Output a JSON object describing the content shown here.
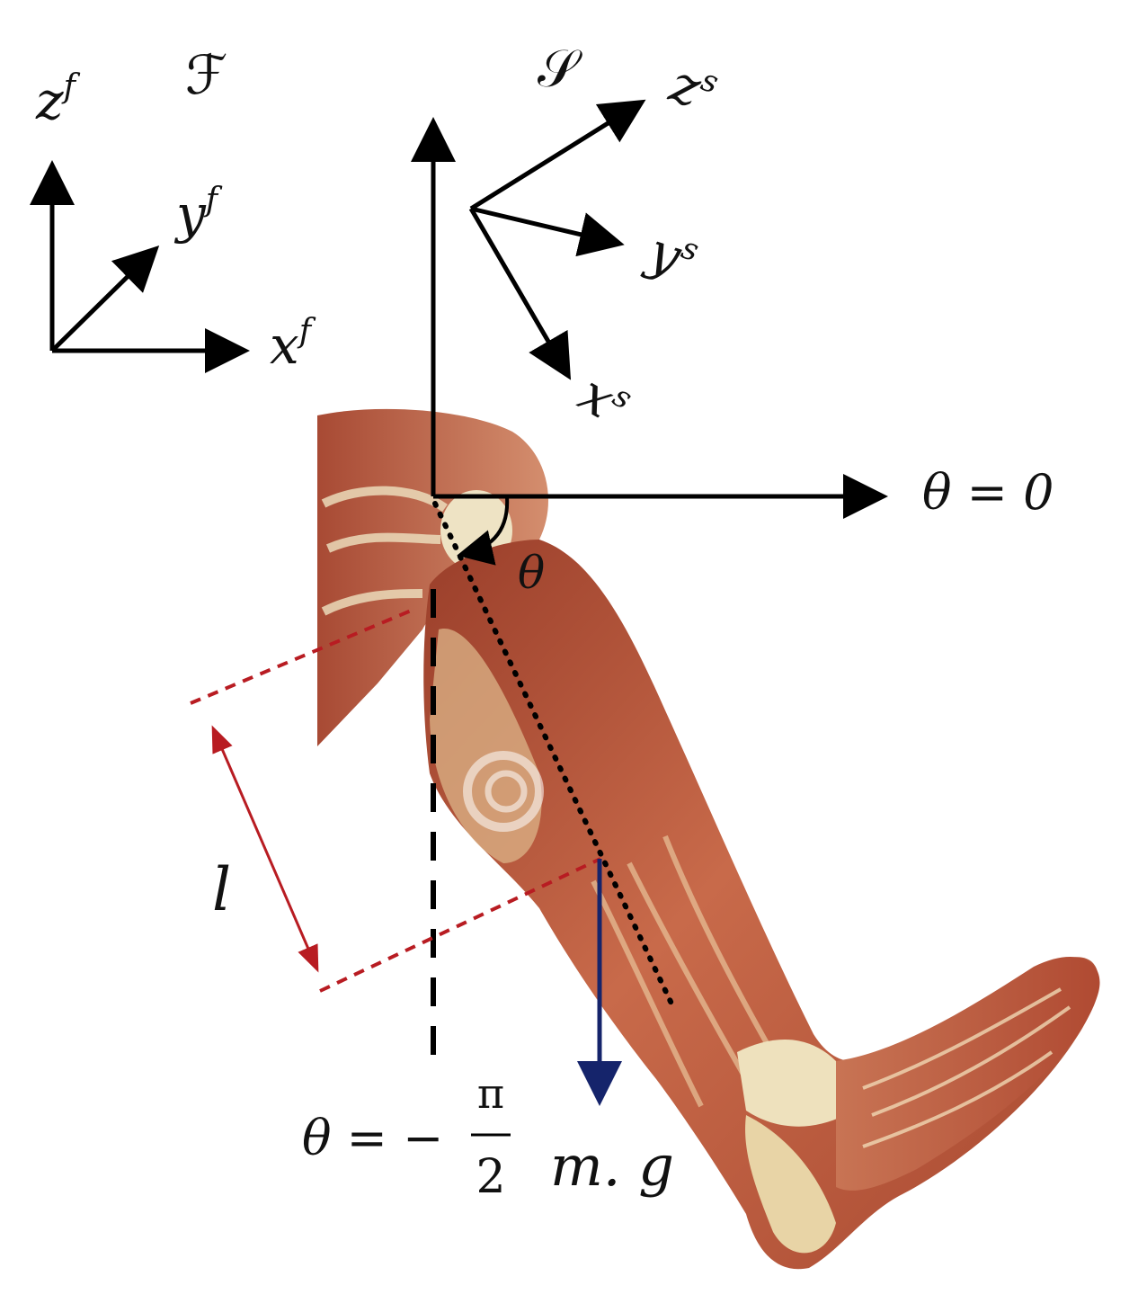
{
  "frame_fixed": {
    "label": "ℱ",
    "z_axis": "z",
    "z_sup": "f",
    "y_axis": "y",
    "y_sup": "f",
    "x_axis": "x",
    "x_sup": "f"
  },
  "frame_segment": {
    "label": "𝒮",
    "z_axis": "z",
    "z_sup": "s",
    "y_axis": "y",
    "y_sup": "s",
    "x_axis": "x",
    "x_sup": "s"
  },
  "angle": {
    "theta": "θ",
    "zero_label": "θ = 0",
    "minus_half_pi_prefix": "θ = −",
    "pi": "π",
    "two": "2"
  },
  "length_label": "l",
  "gravity_label": "m. g",
  "colors": {
    "axes": "#000000",
    "length_marker": "#b81c22",
    "gravity_arrow": "#15246b",
    "leg_muscle": "#b8563a",
    "leg_tendon": "#e8dcb4"
  }
}
